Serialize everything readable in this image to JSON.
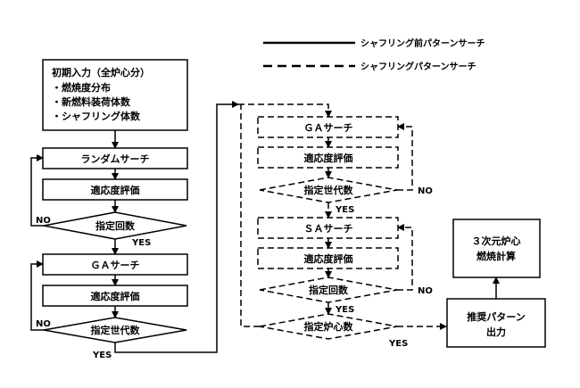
{
  "legend": {
    "solid_label": "シャフリング前パターンサーチ",
    "dashed_label": "シャフリングパターンサーチ"
  },
  "left_flow": {
    "input_title": "初期入力（全炉心分）",
    "input_items": [
      "・燃焼度分布",
      "・新燃料装荷体数",
      "・シャフリング体数"
    ],
    "random_search": "ランダムサーチ",
    "fitness_eval_1": "適応度評価",
    "decision_count": "指定回数",
    "no_1": "NO",
    "yes_1": "YES",
    "ga_search": "ＧＡサーチ",
    "fitness_eval_2": "適応度評価",
    "decision_generations": "指定世代数",
    "no_2": "NO",
    "yes_2": "YES"
  },
  "middle_flow": {
    "ga_search": "ＧＡサーチ",
    "fitness_eval_1": "適応度評価",
    "decision_generations": "指定世代数",
    "no_1": "NO",
    "yes_1": "YES",
    "sa_search": "ＳＡサーチ",
    "fitness_eval_2": "適応度評価",
    "decision_count": "指定回数",
    "no_2": "NO",
    "yes_2": "YES",
    "decision_cores": "指定炉心数",
    "yes_3": "YES"
  },
  "right_flow": {
    "recommended": [
      "推奨パターン",
      "出力"
    ],
    "calc3d": [
      "３次元炉心",
      "燃焼計算"
    ]
  }
}
